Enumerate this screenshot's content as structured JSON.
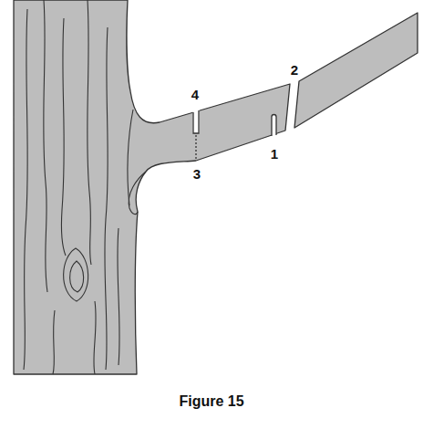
{
  "diagram": {
    "caption": "Figure 15",
    "labels": [
      "2",
      "4",
      "1",
      "3"
    ]
  }
}
